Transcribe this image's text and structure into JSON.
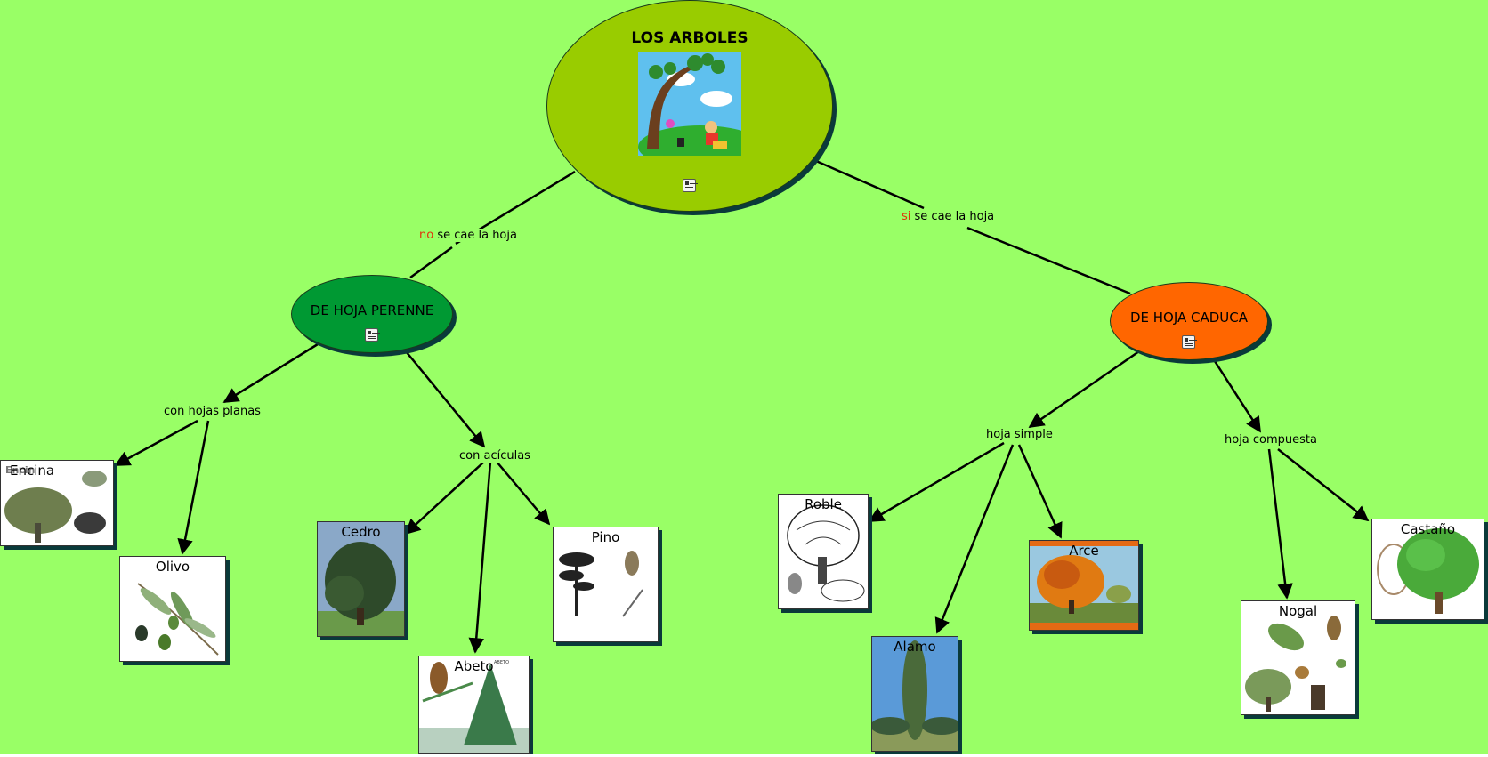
{
  "root": {
    "title": "LOS ARBOLES"
  },
  "links": {
    "left": {
      "highlight": "no",
      "text": " se cae la hoja"
    },
    "right": {
      "highlight": "si",
      "text": " se cae la hoja"
    }
  },
  "categories": {
    "perenne": {
      "title": "DE HOJA PERENNE"
    },
    "caduca": {
      "title": "DE HOJA CADUCA"
    }
  },
  "sub_links": {
    "planas": "con hojas planas",
    "aciculas": "con acículas",
    "simple": "hoja simple",
    "compuesta": "hoja compuesta"
  },
  "trees": {
    "encina": "Encina",
    "encina_watermark": "Encin",
    "olivo": "Olivo",
    "cedro": "Cedro",
    "abeto": "Abeto",
    "pino": "Pino",
    "roble": "Roble",
    "alamo": "Alamo",
    "arce": "Arce",
    "nogal": "Nogal",
    "castano": "Castaño"
  },
  "colors": {
    "background": "#99ff66",
    "root_fill": "#99cc00",
    "perenne_fill": "#009933",
    "caduca_fill": "#ff6600",
    "highlight_text": "#e0310b",
    "shadow": "#0a3a3a"
  }
}
